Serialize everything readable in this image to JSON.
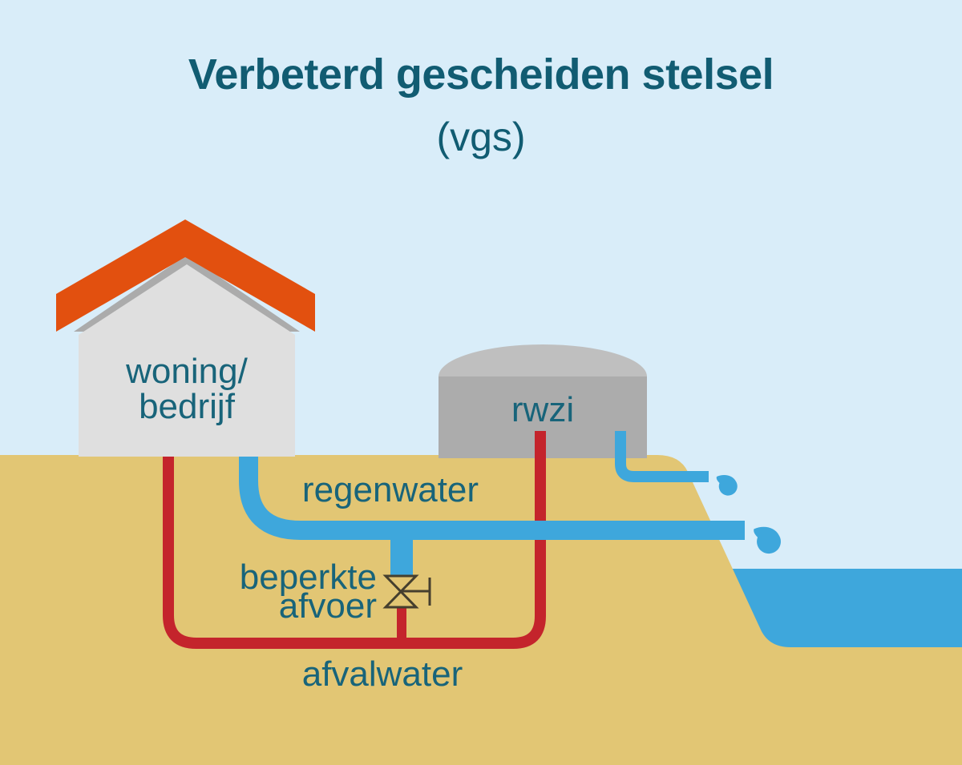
{
  "title": {
    "main": "Verbeterd gescheiden stelsel",
    "sub": "(vgs)"
  },
  "labels": {
    "house_line1": "woning/",
    "house_line2": "bedrijf",
    "treatment_plant": "rwzi",
    "rainwater": "regenwater",
    "restricted_flow_line1": "beperkte",
    "restricted_flow_line2": "afvoer",
    "wastewater": "afvalwater"
  },
  "colors": {
    "sky": "#D9EDF9",
    "sand": "#E2C674",
    "water_blue": "#3EA7DC",
    "wastewater_red": "#C4242C",
    "roof_orange": "#E2500F",
    "house_wall_gray": "#DFDFDF",
    "gable_shadow_gray": "#ABABAB",
    "tank_gray": "#ACACAC",
    "dome_gray": "#BFBFBF",
    "valve_dark": "#453F2E",
    "title_teal": "#115C72",
    "label_teal": "#18647A"
  }
}
